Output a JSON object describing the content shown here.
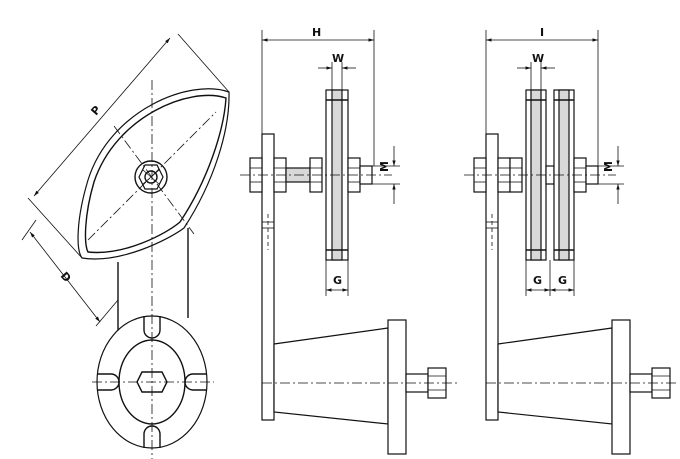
{
  "labels": {
    "P": "P",
    "D": "D",
    "H": "H",
    "I": "I",
    "W1": "W",
    "W2": "W",
    "M1": "M",
    "M2": "M",
    "G1": "G",
    "G2a": "G",
    "G2b": "G"
  }
}
